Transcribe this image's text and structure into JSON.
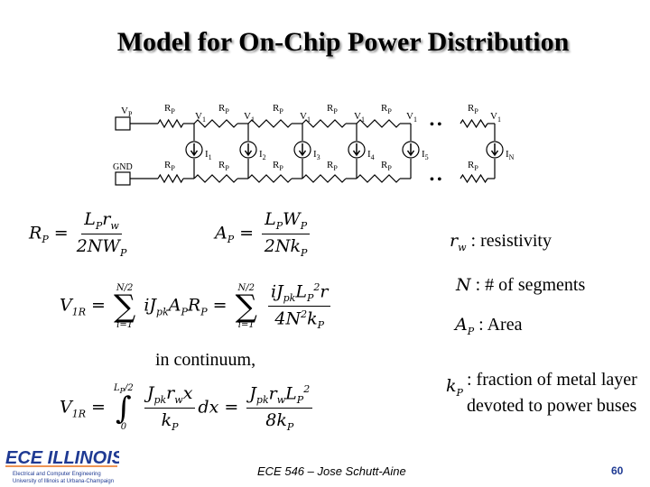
{
  "slide": {
    "title": "Model for On-Chip Power Distribution"
  },
  "circuit": {
    "vp_label": "V",
    "vp_sub": "P",
    "gnd_label": "GND",
    "r_label": "R",
    "r_sub": "P",
    "v_label": "V",
    "v_sub": "1",
    "i_label": "I",
    "current_subs": [
      "1",
      "2",
      "3",
      "4",
      "5",
      "N"
    ],
    "ellipsis": "• •"
  },
  "equations": {
    "rp": "R_P = L_P r_w / (2 N W_P)",
    "ap": "A_P = L_P W_P / (2 N k_P)",
    "v1r_sum": "V_1R = Σ_{i=1}^{N/2} i J_pk A_P R_P = Σ_{i=1}^{N/2} i J_pk L_P^2 r / (4 N^2 k_P)",
    "continuum_label": "in continuum,",
    "v1r_int": "V_1R = ∫_0^{L_P/2} J_pk r_w x / k_P dx = J_pk r_w L_P^2 / (8 k_P)"
  },
  "legend": {
    "rw_desc": ": resistivity",
    "n_desc": ": # of segments",
    "ap_desc": ": Area",
    "kp_desc": ": fraction of metal layer devoted to power buses"
  },
  "footer": {
    "course": "ECE 546 – Jose Schutt-Aine",
    "page": "60",
    "logo_text": "ECE ILLINOIS",
    "logo_sub1": "Electrical and Computer Engineering",
    "logo_sub2": "University of Illinois at Urbana-Champaign"
  },
  "colors": {
    "logo_blue": "#1f3a93",
    "logo_orange": "#e8711a",
    "page_number": "#1f3a93"
  }
}
